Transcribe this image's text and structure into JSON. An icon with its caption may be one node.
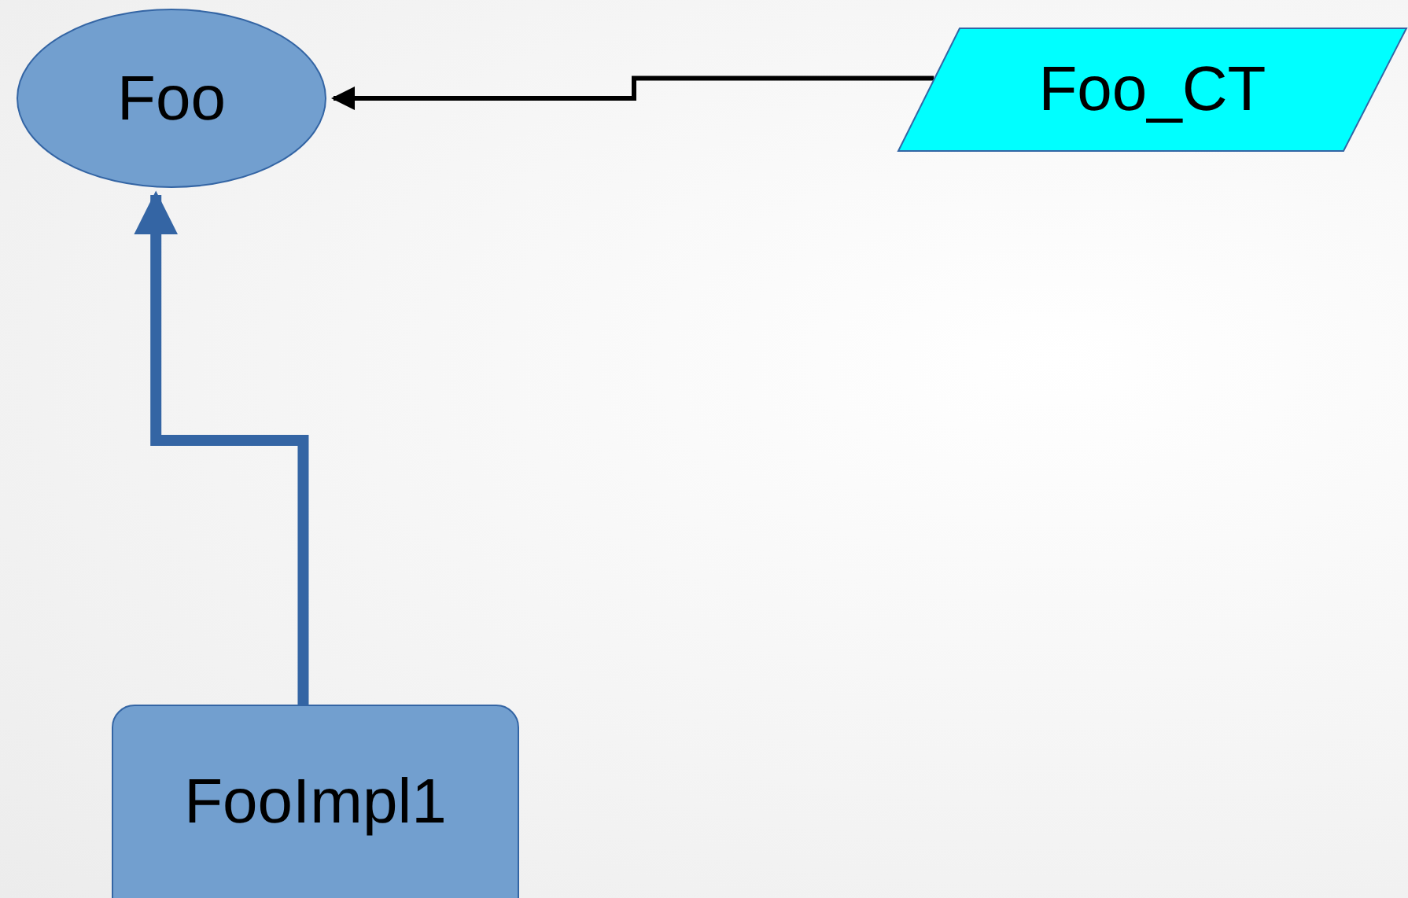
{
  "diagram": {
    "nodes": [
      {
        "text": [
          "Foo"
        ]
      },
      {
        "text": [
          "Foo_CT"
        ]
      },
      {
        "text": [
          "FooImpl1"
        ]
      }
    ],
    "edges": [
      {
        "from": 1,
        "to": 0,
        "arrow": "to"
      },
      {
        "from": 2,
        "to": 0,
        "arrow": "to",
        "style": "thick",
        "color": "#3465a4"
      }
    ]
  }
}
